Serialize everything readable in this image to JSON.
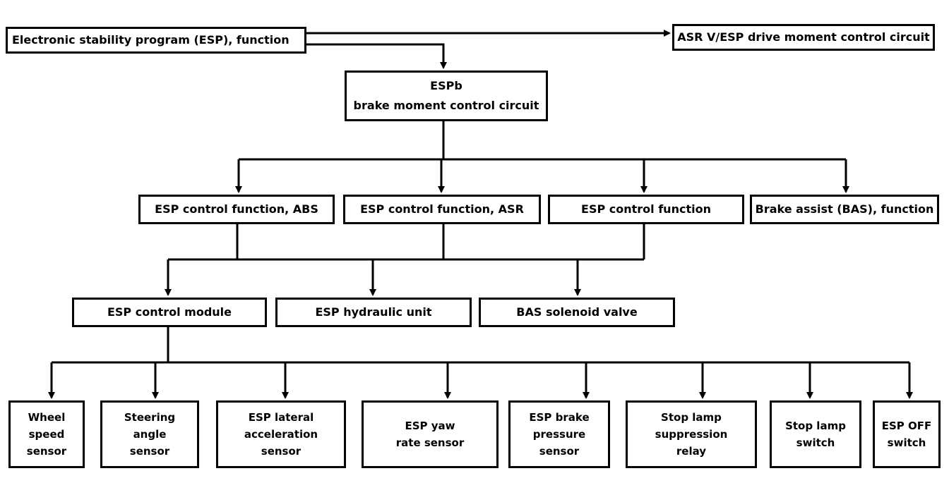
{
  "nodes": {
    "esp_function": "Electronic stability program (ESP), function",
    "asr_circuit": "ASR V/ESP drive moment control circuit",
    "espb": "ESPb\nbrake moment control circuit",
    "abs": "ESP control function, ABS",
    "asr": "ESP control function, ASR",
    "esp_control_function": "ESP control function",
    "bas": "Brake assist (BAS), function",
    "control_module": "ESP control module",
    "hydraulic_unit": "ESP hydraulic unit",
    "solenoid_valve": "BAS solenoid valve",
    "wheel_speed": "Wheel\nspeed\nsensor",
    "steering_angle": "Steering\nangle\nsensor",
    "lateral_accel": "ESP lateral\nacceleration\nsensor",
    "yaw_rate": "ESP yaw\nrate sensor",
    "brake_pressure": "ESP brake\npressure\nsensor",
    "stop_lamp_relay": "Stop lamp\nsuppression\nrelay",
    "stop_lamp_switch": "Stop lamp\nswitch",
    "esp_off": "ESP OFF\nswitch"
  },
  "line_color": "#000000"
}
